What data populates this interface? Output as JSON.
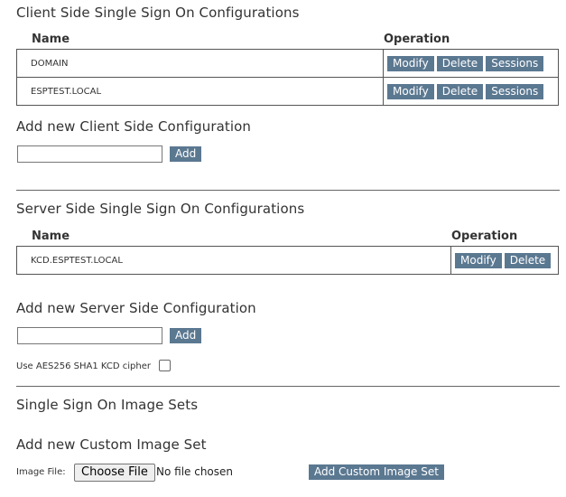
{
  "client": {
    "title": "Client Side Single Sign On Configurations",
    "col_name": "Name",
    "col_operation": "Operation",
    "rows": [
      {
        "name": "DOMAIN",
        "modify": "Modify",
        "delete": "Delete",
        "sessions": "Sessions"
      },
      {
        "name": "ESPTEST.LOCAL",
        "modify": "Modify",
        "delete": "Delete",
        "sessions": "Sessions"
      }
    ],
    "add_title": "Add new Client Side Configuration",
    "add_value": "",
    "add_button": "Add"
  },
  "server": {
    "title": "Server Side Single Sign On Configurations",
    "col_name": "Name",
    "col_operation": "Operation",
    "rows": [
      {
        "name": "KCD.ESPTEST.LOCAL",
        "modify": "Modify",
        "delete": "Delete"
      }
    ],
    "add_title": "Add new Server Side Configuration",
    "add_value": "",
    "add_button": "Add",
    "cipher_label": "Use AES256 SHA1 KCD cipher",
    "cipher_checked": false
  },
  "image_sets": {
    "title": "Single Sign On Image Sets",
    "add_title": "Add new Custom Image Set",
    "file_label": "Image File:",
    "choose_file": "Choose File",
    "no_file": "No file chosen",
    "add_button": "Add Custom Image Set"
  },
  "colors": {
    "button_bg": "#5b7891",
    "rule": "#666666"
  }
}
